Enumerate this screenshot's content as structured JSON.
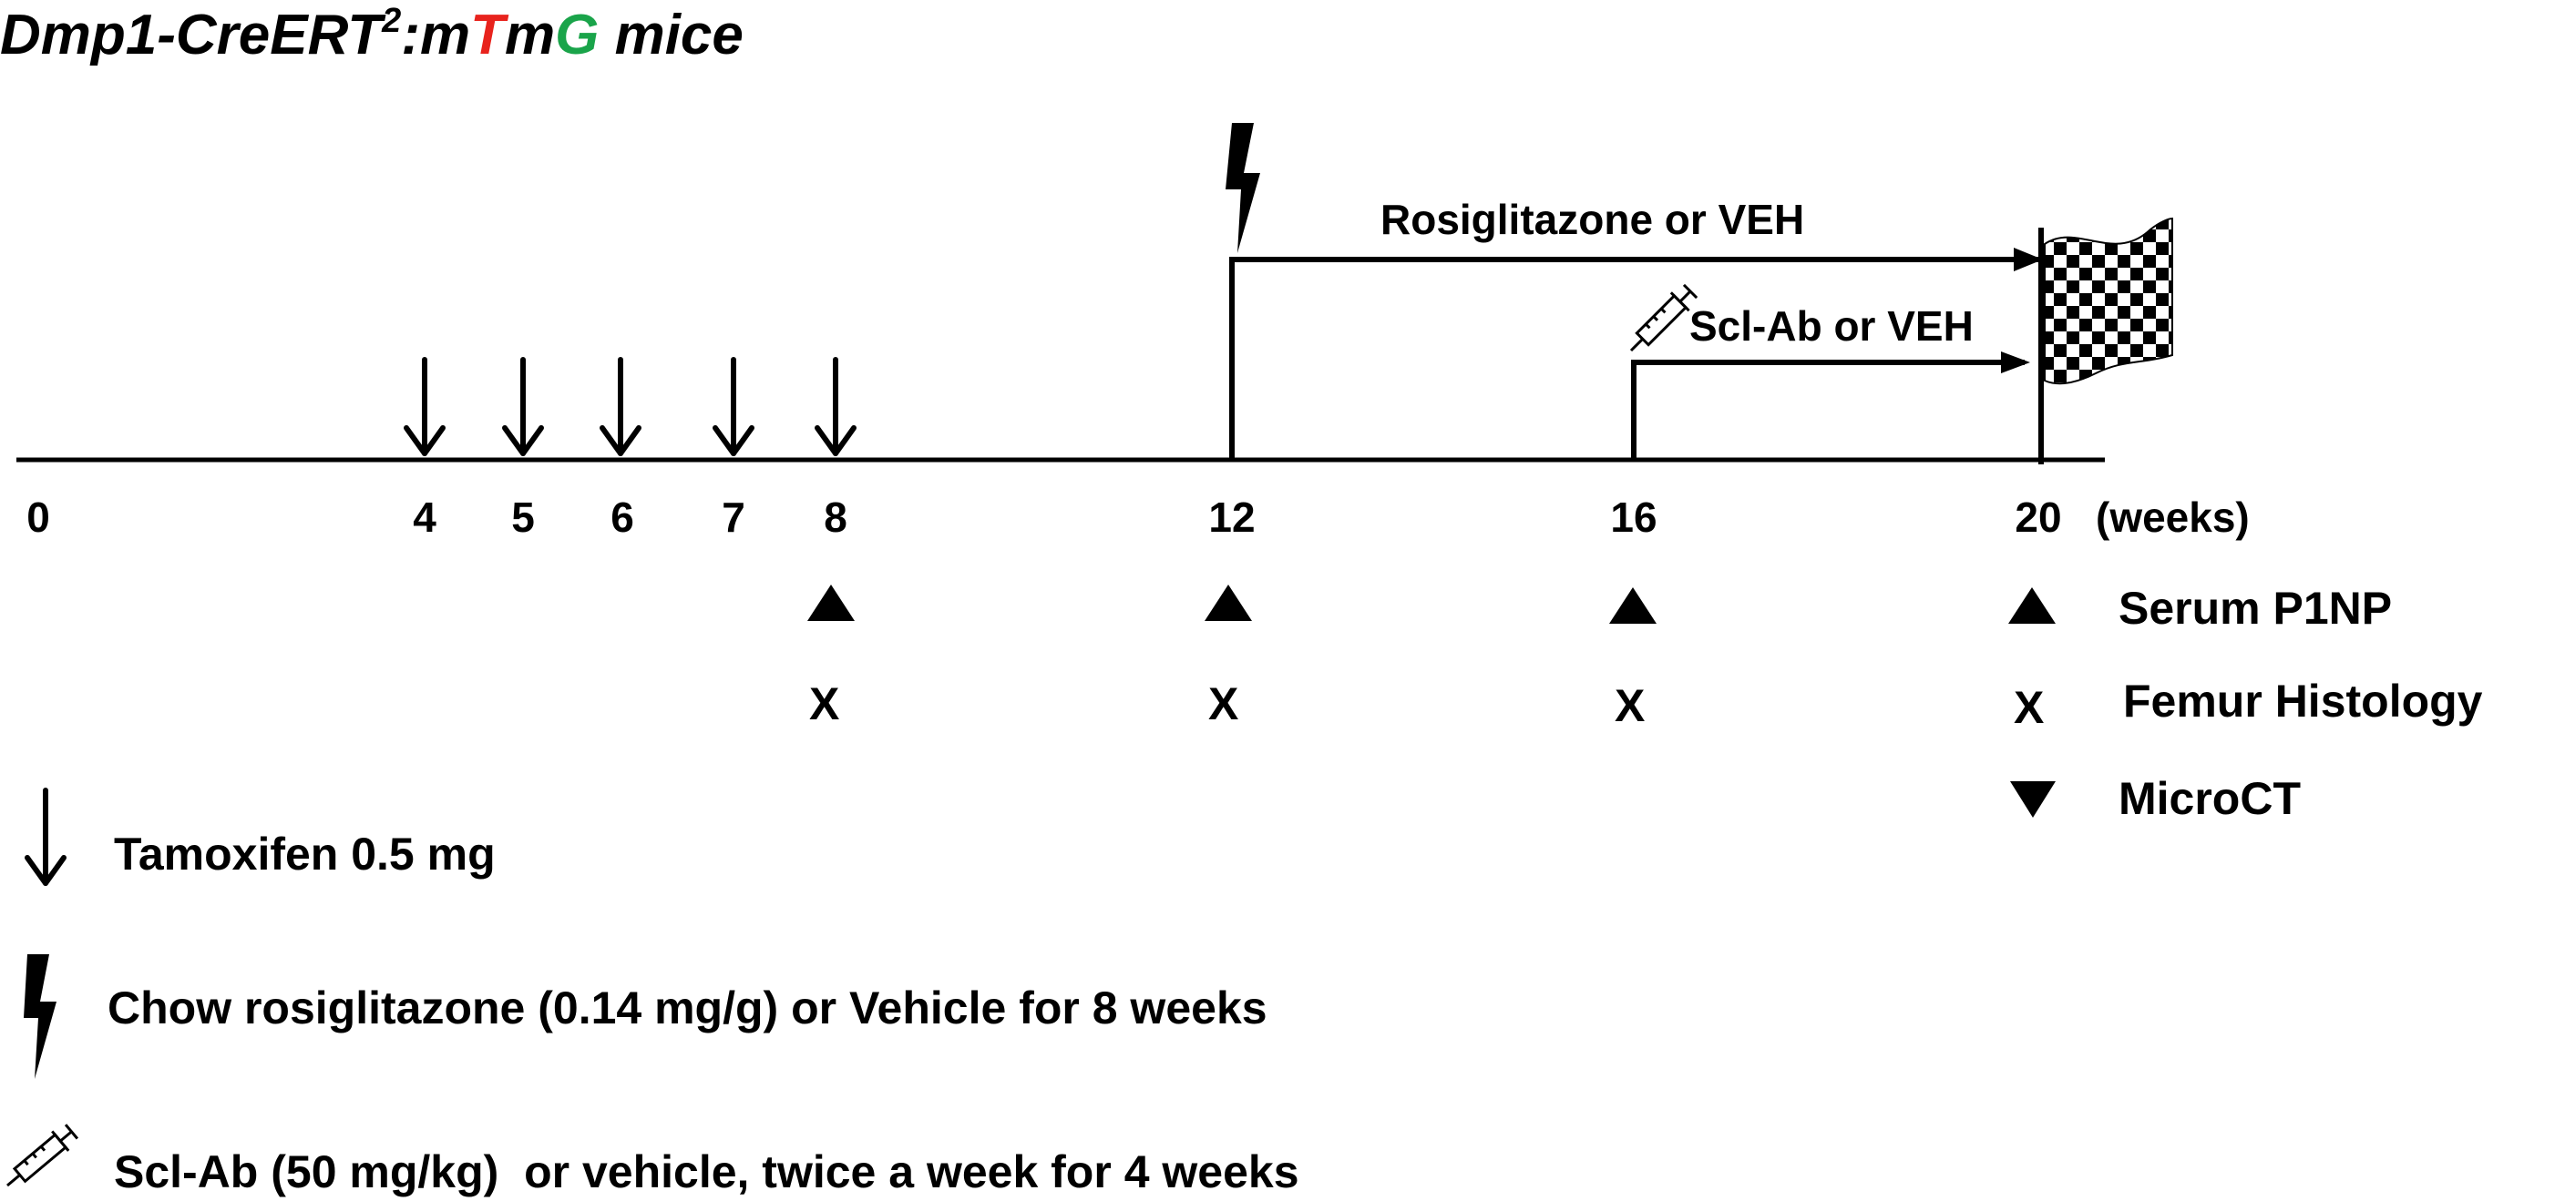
{
  "title": {
    "prefix": "Dmp1-CreERT",
    "superscript": "2",
    "separator": ":m",
    "letter_t": "T",
    "middle": "m",
    "letter_g": "G",
    "suffix": " mice"
  },
  "colors": {
    "t_red": "#e8231d",
    "g_green": "#1aa44a",
    "ink": "#000000"
  },
  "timeline": {
    "ticks": [
      "0",
      "4",
      "5",
      "6",
      "7",
      "8",
      "12",
      "16",
      "20"
    ],
    "units": "(weeks)"
  },
  "treatments": {
    "rosi_label": "Rosiglitazone or VEH",
    "sclab_label": "Scl-Ab or VEH"
  },
  "timepoint_marks": {
    "p1np_weeks": [
      "8",
      "12",
      "16"
    ],
    "histology_weeks": [
      "8",
      "12",
      "16"
    ],
    "x_glyph": "X"
  },
  "right_legend": {
    "p1np": "Serum P1NP",
    "histology_symbol": "X",
    "histology": "Femur Histology",
    "microct": "MicroCT"
  },
  "bottom_legend": {
    "tamoxifen": "Tamoxifen 0.5 mg",
    "chow": "Chow rosiglitazone (0.14 mg/g) or Vehicle for 8 weeks",
    "sclab": "Scl-Ab (50 mg/kg)  or vehicle, twice a week for 4 weeks"
  },
  "icons": [
    "down-arrow-icon",
    "lightning-bolt-icon",
    "syringe-icon",
    "checkered-flag-icon",
    "triangle-up-icon",
    "triangle-down-icon"
  ]
}
